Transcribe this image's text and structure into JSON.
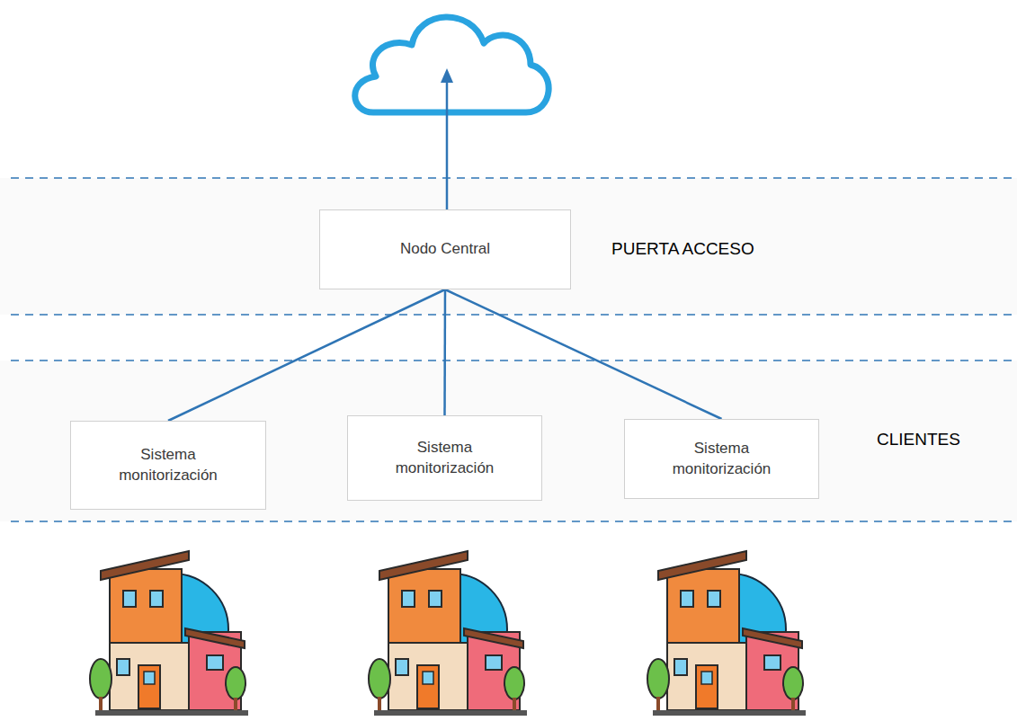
{
  "diagram": {
    "nodes": [
      {
        "text": [
          "Nodo Central"
        ]
      },
      {
        "text": [
          "Sistema monitorización"
        ]
      },
      {
        "text": [
          "Sistema monitorización"
        ]
      },
      {
        "text": [
          "Sistema monitorización"
        ]
      }
    ],
    "edges": [
      {
        "from": 0,
        "to": 1,
        "arrow": "none"
      },
      {
        "from": 0,
        "to": 2,
        "arrow": "none"
      },
      {
        "from": 0,
        "to": 3,
        "arrow": "none"
      }
    ],
    "labels": [
      "PUERTA ACCESO",
      "CLIENTES"
    ]
  }
}
